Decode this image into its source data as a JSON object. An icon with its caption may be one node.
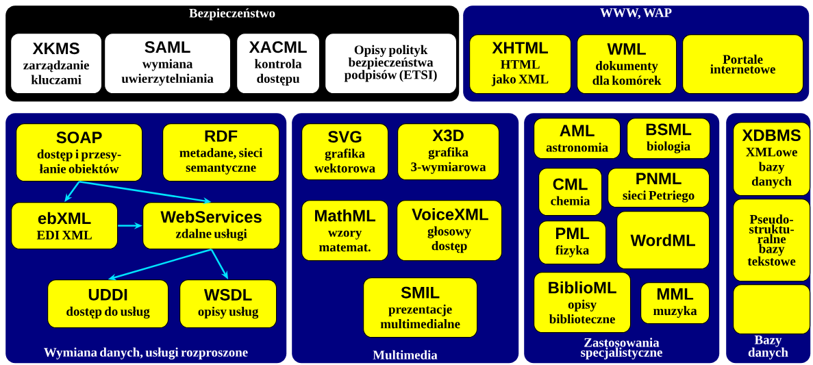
{
  "diagram": {
    "nodes": [
      {
        "text": [
          "Bezpieczeństwo"
        ]
      },
      {
        "text": [
          "XKMS",
          "zarządzanie kluczami"
        ],
        "in": 0
      },
      {
        "text": [
          "SAML",
          "wymiana uwierzytelniania"
        ],
        "in": 0
      },
      {
        "text": [
          "XACML",
          "kontrola dostępu"
        ],
        "in": 0
      },
      {
        "text": [
          "Opisy polityk bezpieczeństwa podpisów (ETSI)"
        ],
        "in": 0
      },
      {
        "text": [
          "WWW, WAP"
        ]
      },
      {
        "text": [
          "XHTML",
          "HTML jako XML"
        ],
        "in": 5
      },
      {
        "text": [
          "WML",
          "dokumenty dla komórek"
        ],
        "in": 5
      },
      {
        "text": [
          "Portale internetowe"
        ],
        "in": 5
      },
      {
        "text": [
          "Wymiana danych, usługi rozproszone"
        ]
      },
      {
        "text": [
          "SOAP",
          "dostęp i przesy- łanie obiektów"
        ],
        "in": 9
      },
      {
        "text": [
          "RDF",
          "metadane, sieci semantyczne"
        ],
        "in": 9
      },
      {
        "text": [
          "ebXML",
          "EDI XML"
        ],
        "in": 9
      },
      {
        "text": [
          "WebServices",
          "zdalne usługi"
        ],
        "in": 9
      },
      {
        "text": [
          "UDDI",
          "dostęp do usług"
        ],
        "in": 9
      },
      {
        "text": [
          "WSDL",
          "opisy usług"
        ],
        "in": 9
      },
      {
        "text": [
          "Multimedia"
        ]
      },
      {
        "text": [
          "SVG",
          "grafika wektorowa"
        ],
        "in": 16
      },
      {
        "text": [
          "X3D",
          "grafika 3-wymiarowa"
        ],
        "in": 16
      },
      {
        "text": [
          "MathML",
          "wzory matemat."
        ],
        "in": 16
      },
      {
        "text": [
          "VoiceXML",
          "głosowy dostęp"
        ],
        "in": 16
      },
      {
        "text": [
          "SMIL",
          "prezentacje multimedialne"
        ],
        "in": 16
      },
      {
        "text": [
          "Zastosowania specjalistyczne"
        ]
      },
      {
        "text": [
          "AML",
          "astronomia"
        ],
        "in": 22
      },
      {
        "text": [
          "BSML",
          "biologia"
        ],
        "in": 22
      },
      {
        "text": [
          "CML",
          "chemia"
        ],
        "in": 22
      },
      {
        "text": [
          "PNML",
          "sieci Petriego"
        ],
        "in": 22
      },
      {
        "text": [
          "PML",
          "fizyka"
        ],
        "in": 22
      },
      {
        "text": [
          "WordML"
        ],
        "in": 22
      },
      {
        "text": [
          "BiblioML",
          "opisy biblioteczne"
        ],
        "in": 22
      },
      {
        "text": [
          "MML",
          "muzyka"
        ],
        "in": 22
      },
      {
        "text": [
          "Bazy danych"
        ]
      },
      {
        "text": [
          "XDBMS",
          "XMLowe bazy danych"
        ],
        "in": 31
      },
      {
        "text": [
          "Pseudo- struktu- ralne bazy tekstowe"
        ],
        "in": 31
      },
      {
        "text": [],
        "shape": "box",
        "in": 31
      }
    ],
    "edges": [
      {
        "from": 10,
        "to": 12,
        "arrow": "to"
      },
      {
        "from": 10,
        "to": 13,
        "arrow": "to"
      },
      {
        "from": 12,
        "to": 13,
        "arrow": "to"
      },
      {
        "from": 13,
        "to": 14,
        "arrow": "to"
      },
      {
        "from": 13,
        "to": 15,
        "arrow": "to"
      }
    ]
  }
}
